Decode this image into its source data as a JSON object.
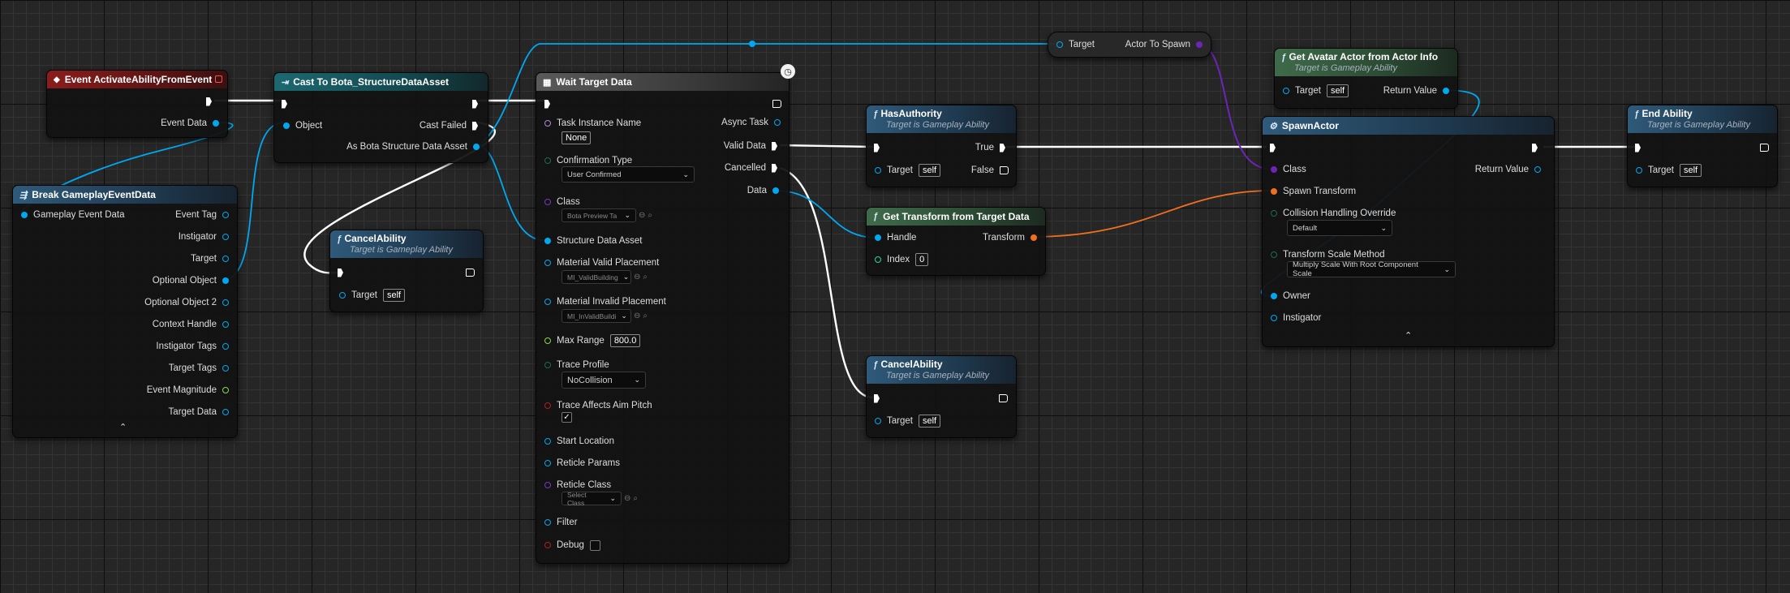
{
  "nodes": {
    "event_activate": {
      "title": "Event ActivateAbilityFromEvent",
      "event_data": "Event Data"
    },
    "break_gameplay": {
      "title": "Break GameplayEventData",
      "in_gameplay_event_data": "Gameplay Event Data",
      "outputs": [
        "Event Tag",
        "Instigator",
        "Target",
        "Optional Object",
        "Optional Object 2",
        "Context Handle",
        "Instigator Tags",
        "Target Tags",
        "Event Magnitude",
        "Target Data"
      ]
    },
    "cast_to": {
      "title": "Cast To Bota_StructureDataAsset",
      "object": "Object",
      "cast_failed": "Cast Failed",
      "as_asset": "As Bota Structure Data Asset"
    },
    "cancel_ability_1": {
      "title": "CancelAbility",
      "subtitle": "Target is Gameplay Ability",
      "target": "Target",
      "self": "self"
    },
    "wait_target_data": {
      "title": "Wait Target Data",
      "async_task": "Async Task",
      "valid_data": "Valid Data",
      "cancelled": "Cancelled",
      "data": "Data",
      "task_instance_name": "Task Instance Name",
      "task_instance_value": "None",
      "confirmation_type": "Confirmation Type",
      "confirmation_value": "User Confirmed",
      "class": "Class",
      "class_value": "Bota Preview Ta",
      "structure_data_asset": "Structure Data Asset",
      "material_valid": "Material Valid Placement",
      "material_valid_value": "MI_ValidBuilding",
      "material_invalid": "Material Invalid Placement",
      "material_invalid_value": "MI_InValidBuildi",
      "max_range": "Max Range",
      "max_range_value": "800.0",
      "trace_profile": "Trace Profile",
      "trace_profile_value": "NoCollision",
      "trace_affects_aim_pitch": "Trace Affects Aim Pitch",
      "start_location": "Start Location",
      "reticle_params": "Reticle Params",
      "reticle_class": "Reticle Class",
      "reticle_class_value": "Select Class",
      "filter": "Filter",
      "debug": "Debug"
    },
    "has_authority": {
      "title": "HasAuthority",
      "subtitle": "Target is Gameplay Ability",
      "true_label": "True",
      "false_label": "False",
      "target": "Target",
      "self": "self"
    },
    "get_transform": {
      "title": "Get Transform from Target Data",
      "handle": "Handle",
      "transform": "Transform",
      "index": "Index",
      "index_value": "0"
    },
    "cancel_ability_2": {
      "title": "CancelAbility",
      "subtitle": "Target is Gameplay Ability",
      "target": "Target",
      "self": "self"
    },
    "reroute": {
      "target": "Target",
      "actor_to_spawn": "Actor To Spawn"
    },
    "get_avatar": {
      "title": "Get Avatar Actor from Actor Info",
      "subtitle": "Target is Gameplay Ability",
      "target": "Target",
      "self": "self",
      "return_value": "Return Value"
    },
    "spawn_actor": {
      "title": "SpawnActor",
      "class": "Class",
      "return_value": "Return Value",
      "spawn_transform": "Spawn Transform",
      "collision_handling": "Collision Handling Override",
      "collision_value": "Default",
      "transform_scale": "Transform Scale Method",
      "transform_scale_value": "Multiply Scale With Root Component Scale",
      "owner": "Owner",
      "instigator": "Instigator"
    },
    "end_ability": {
      "title": "End Ability",
      "subtitle": "Target is Gameplay Ability",
      "target": "Target",
      "self": "self"
    }
  },
  "colors": {
    "event_header": "#8a1d1d",
    "cast_header": "#1d6870",
    "func_header": "#2f5a7a",
    "pure_header": "#3f6b4a",
    "latent_header": "#5a5a5a",
    "exec_wire": "#ffffff",
    "object_wire": "#00a8f0",
    "class_wire": "#6d25b8",
    "struct_wire": "#f07020",
    "int_wire": "#2fd39a"
  }
}
